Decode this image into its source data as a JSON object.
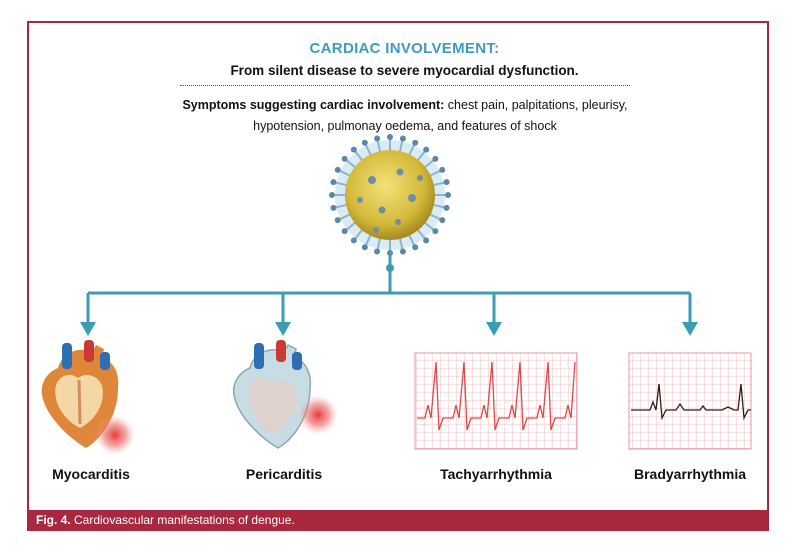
{
  "header": {
    "title": "CARDIAC INVOLVEMENT:",
    "subtitle": "From silent disease to severe myocardial dysfunction.",
    "symptoms_lead": "Symptoms suggesting cardiac involvement:",
    "symptoms_text": " chest pain, palpitations, pleurisy, hypotension, pulmonay oedema, and features of shock"
  },
  "branches": [
    {
      "label": "Myocarditis"
    },
    {
      "label": "Pericarditis"
    },
    {
      "label": "Tachyarrhythmia"
    },
    {
      "label": "Bradyarrhythmia"
    }
  ],
  "caption": {
    "fig": "Fig. 4.",
    "text": " Cardiovascular manifestations of dengue."
  },
  "colors": {
    "accent_blue": "#3d9bc4",
    "border_red": "#a8293f",
    "connector": "#3b9db3",
    "ecg_red": "#d94a4a"
  }
}
